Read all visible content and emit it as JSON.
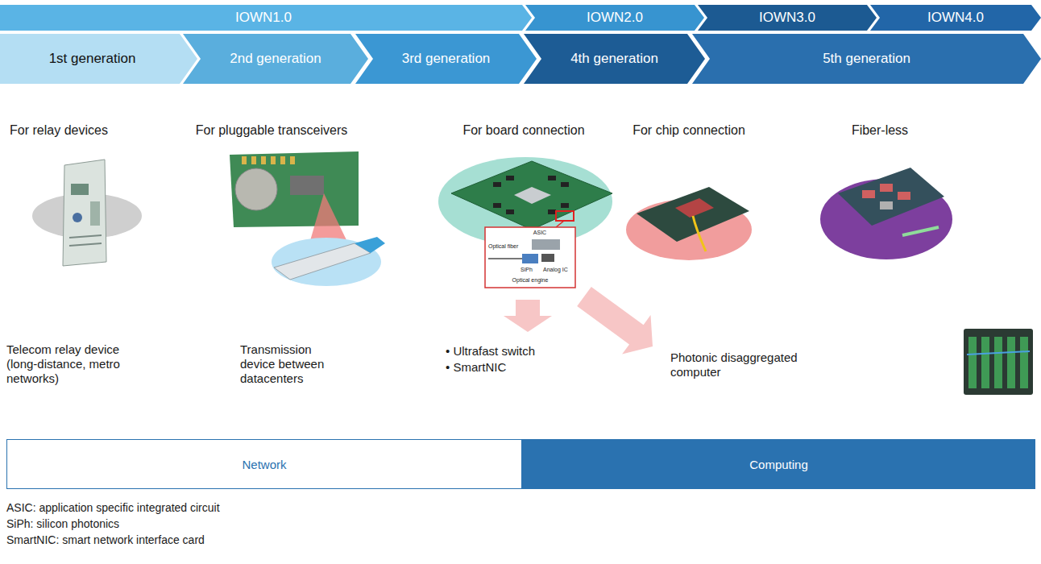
{
  "diagram": {
    "nodes": [
      {
        "text": [
          "IOWN1.0"
        ]
      },
      {
        "text": [
          "IOWN2.0"
        ]
      },
      {
        "text": [
          "IOWN3.0"
        ]
      },
      {
        "text": [
          "IOWN4.0"
        ]
      },
      {
        "text": [
          "1st generation"
        ]
      },
      {
        "text": [
          "2nd generation"
        ]
      },
      {
        "text": [
          "3rd generation"
        ]
      },
      {
        "text": [
          "4th generation"
        ]
      },
      {
        "text": [
          "5th generation"
        ]
      },
      {
        "text": [
          "Network"
        ]
      },
      {
        "text": [
          "Computing"
        ]
      }
    ],
    "labels": [
      "For relay devices",
      "For pluggable transceivers",
      "For board connection",
      "For chip connection",
      "Fiber-less",
      "ASIC",
      "Optical fiber",
      "Analog IC",
      "SiPh",
      "Optical engine",
      "Telecom relay device (long-distance, metro networks)",
      "Transmission device between datacenters",
      "• Ultrafast switch",
      "• SmartNIC",
      "Photonic disaggregated computer",
      "ASIC: application specific integrated circuit",
      "SiPh: silicon photonics",
      "SmartNIC: smart network interface card"
    ]
  }
}
